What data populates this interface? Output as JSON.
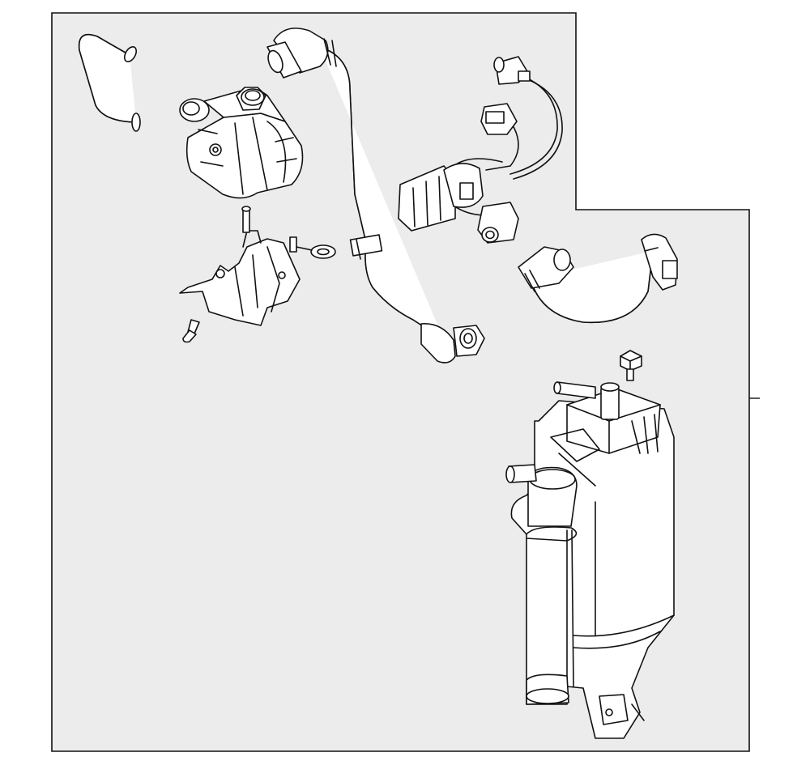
{
  "diagram": {
    "colors": {
      "background": "#ffffff",
      "panel_fill": "#ececec",
      "outline": "#111111"
    },
    "parts": [
      "curved-hose",
      "air-pump",
      "pump-bracket",
      "bracket-bolt",
      "purge-hose",
      "wiring-harness",
      "vent-hose",
      "canister-bolt",
      "charcoal-canister"
    ]
  }
}
